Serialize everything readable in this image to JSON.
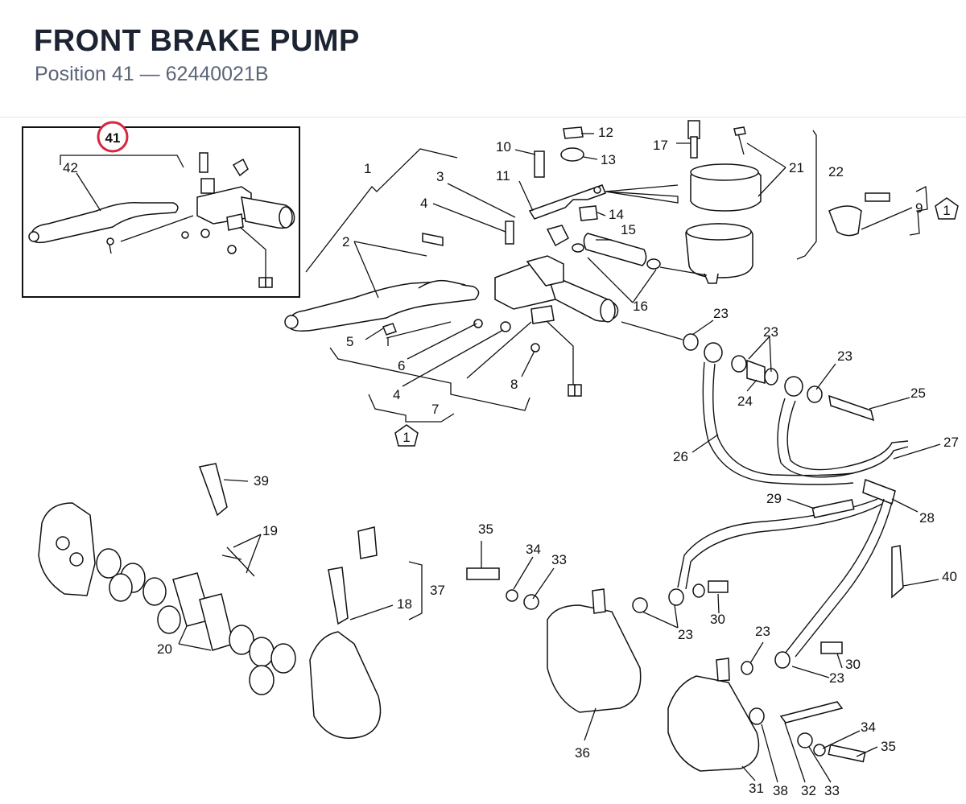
{
  "header": {
    "title": "FRONT BRAKE PUMP",
    "position_label": "Position 41",
    "separator": "—",
    "part_number": "62440021B"
  },
  "inset": {
    "highlight_label": "41",
    "sub_label": "42"
  },
  "callouts": {
    "c1": "1",
    "c2": "2",
    "c3": "3",
    "c4a": "4",
    "c4b": "4",
    "c5": "5",
    "c6": "6",
    "c7": "7",
    "c8": "8",
    "c9": "9",
    "c10": "10",
    "c11": "11",
    "c12": "12",
    "c13": "13",
    "c14": "14",
    "c15": "15",
    "c16": "16",
    "c17": "17",
    "c19": "19",
    "c20": "20",
    "c21": "21",
    "c22": "22",
    "c23a": "23",
    "c23b": "23",
    "c23c": "23",
    "c23d": "23",
    "c23e": "23",
    "c23f": "23",
    "c24": "24",
    "c25": "25",
    "c26": "26",
    "c27": "27",
    "c28": "28",
    "c29": "29",
    "c30a": "30",
    "c30b": "30",
    "c31": "31",
    "c32": "32",
    "c33a": "33",
    "c33b": "33",
    "c34a": "34",
    "c34b": "34",
    "c35a": "35",
    "c35b": "35",
    "c36": "36",
    "c37": "37",
    "c38": "38",
    "c39": "39",
    "c40": "40",
    "c18": "18"
  },
  "reference_markers": {
    "marker_right": "1",
    "marker_bottom": "1"
  }
}
